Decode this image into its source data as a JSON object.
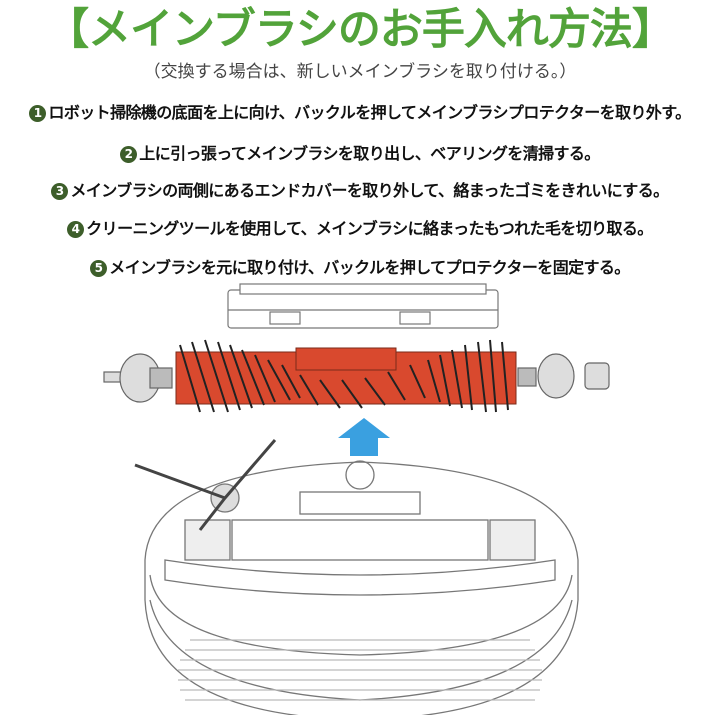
{
  "title": "【メインブラシのお手入れ方法】",
  "subtitle": "（交換する場合は、新しいメインブラシを取り付ける。）",
  "steps": [
    {
      "num": "1",
      "text": "ロボット掃除機の底面を上に向け、バックルを押してメインブラシプロテクターを取り外す。"
    },
    {
      "num": "2",
      "text": "上に引っ張ってメインブラシを取り出し、ベアリングを清掃する。"
    },
    {
      "num": "3",
      "text": "メインブラシの両側にあるエンドカバーを取り外して、絡まったゴミをきれいにする。"
    },
    {
      "num": "4",
      "text": "クリーニングツールを使用して、メインブラシに絡まったもつれた毛を切り取る。"
    },
    {
      "num": "5",
      "text": "メインブラシを元に取り付け、バックルを押してプロテクターを固定する。"
    }
  ],
  "colors": {
    "title": "#52a33a",
    "brush": "#d9492e",
    "arrow": "#3aa0e0",
    "number_badge": "#3d5e2a"
  }
}
